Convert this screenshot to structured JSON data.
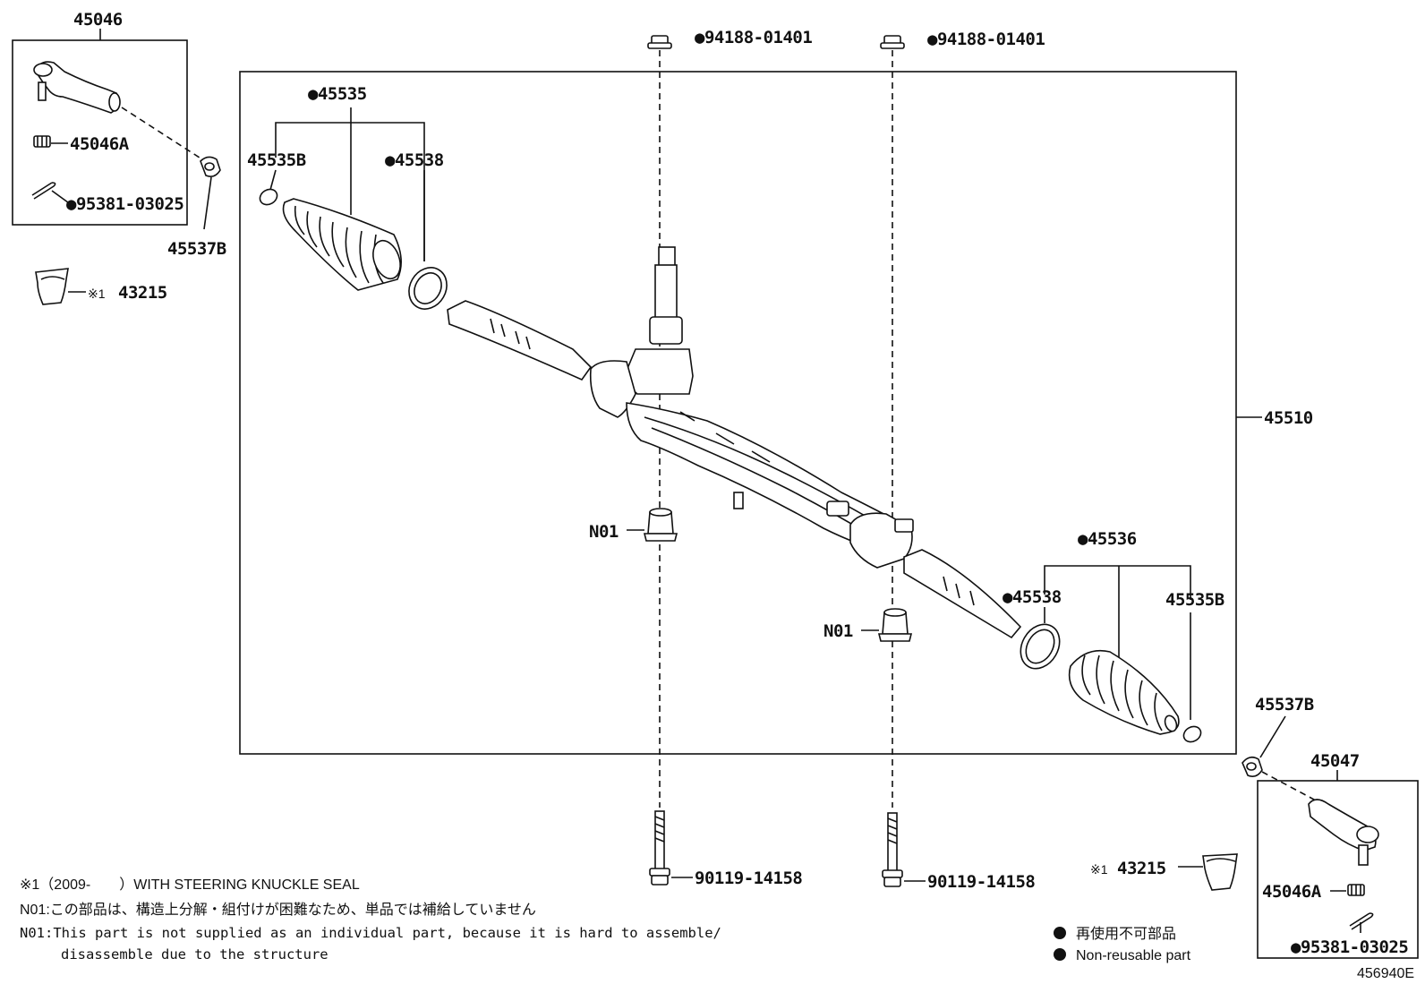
{
  "labels": {
    "tl_box": "45046",
    "tl_nut": "45046A",
    "tl_pin": "●95381-03025",
    "tl_cap": "45537B",
    "tl_seal_mark": "※1",
    "tl_seal": "43215",
    "boot_l": "●45535",
    "clamp_l": "45535B",
    "ring_l": "●45538",
    "bolt_top_1": "●94188-01401",
    "bolt_top_2": "●94188-01401",
    "assy": "45510",
    "n01_a": "N01",
    "n01_b": "N01",
    "boot_r": "●45536",
    "ring_r": "●45538",
    "clamp_r": "45535B",
    "br_cap": "45537B",
    "br_box": "45047",
    "br_seal_mark": "※1",
    "br_seal": "43215",
    "br_nut": "45046A",
    "br_pin": "●95381-03025",
    "bolt_bot_1": "90119-14158",
    "bolt_bot_2": "90119-14158"
  },
  "notes": {
    "note1": "※1（2009-　　）WITH STEERING KNUCKLE SEAL",
    "note2": "N01:この部品は、構造上分解・組付けが困難なため、単品では補給していません",
    "note3": "N01:This part is not supplied as an individual part, because it is hard to assemble/",
    "note4": "disassemble due to the structure"
  },
  "legend": {
    "jp": "再使用不可部品",
    "en": "Non-reusable part"
  },
  "diagram_id": "456940E"
}
